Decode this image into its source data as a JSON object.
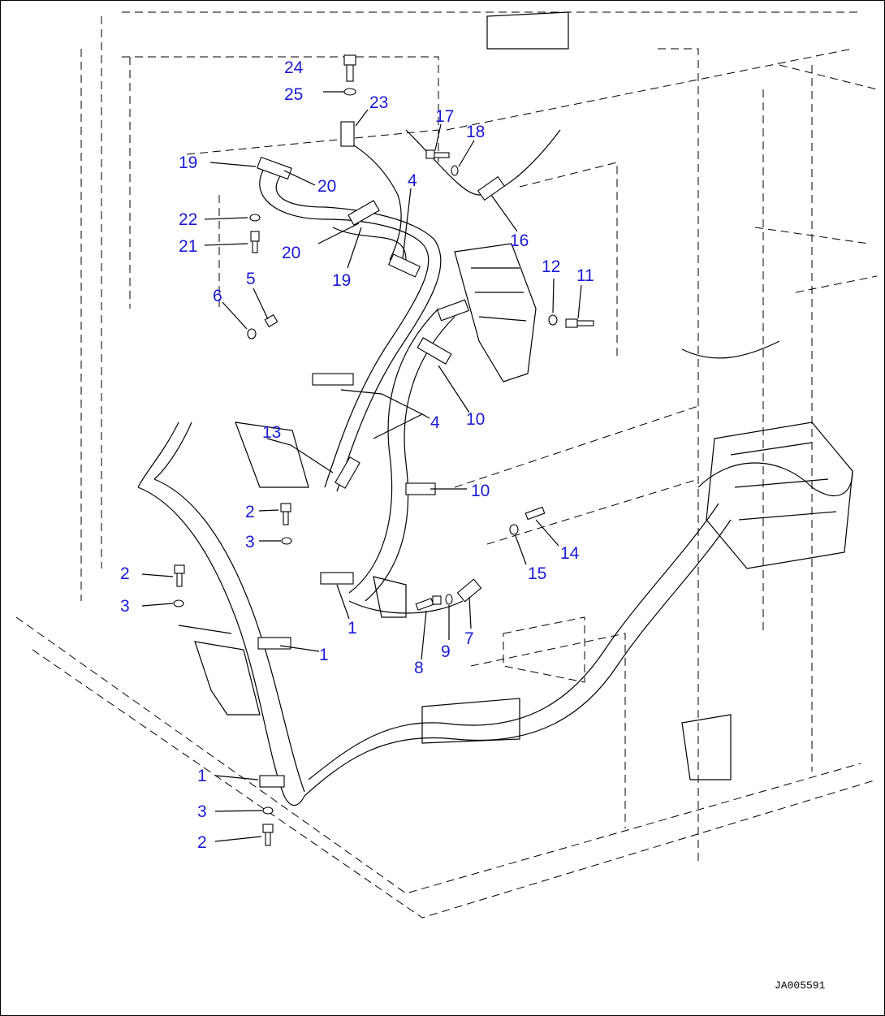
{
  "callouts": [
    {
      "id": "c24",
      "label": "24"
    },
    {
      "id": "c25",
      "label": "25"
    },
    {
      "id": "c23",
      "label": "23"
    },
    {
      "id": "c17",
      "label": "17"
    },
    {
      "id": "c18",
      "label": "18"
    },
    {
      "id": "c19a",
      "label": "19"
    },
    {
      "id": "c20a",
      "label": "20"
    },
    {
      "id": "c22",
      "label": "22"
    },
    {
      "id": "c21",
      "label": "21"
    },
    {
      "id": "c20b",
      "label": "20"
    },
    {
      "id": "c19b",
      "label": "19"
    },
    {
      "id": "c4a",
      "label": "4"
    },
    {
      "id": "c16",
      "label": "16"
    },
    {
      "id": "c12",
      "label": "12"
    },
    {
      "id": "c11",
      "label": "11"
    },
    {
      "id": "c5",
      "label": "5"
    },
    {
      "id": "c6",
      "label": "6"
    },
    {
      "id": "c4b",
      "label": "4"
    },
    {
      "id": "c10a",
      "label": "10"
    },
    {
      "id": "c13",
      "label": "13"
    },
    {
      "id": "c10b",
      "label": "10"
    },
    {
      "id": "c2a",
      "label": "2"
    },
    {
      "id": "c3a",
      "label": "3"
    },
    {
      "id": "c14",
      "label": "14"
    },
    {
      "id": "c15",
      "label": "15"
    },
    {
      "id": "c2b",
      "label": "2"
    },
    {
      "id": "c3b",
      "label": "3"
    },
    {
      "id": "c1a",
      "label": "1"
    },
    {
      "id": "c1b",
      "label": "1"
    },
    {
      "id": "c7",
      "label": "7"
    },
    {
      "id": "c9",
      "label": "9"
    },
    {
      "id": "c8",
      "label": "8"
    },
    {
      "id": "c1c",
      "label": "1"
    },
    {
      "id": "c3c",
      "label": "3"
    },
    {
      "id": "c2c",
      "label": "2"
    }
  ],
  "drawing_id": "JA005591",
  "colors": {
    "callout": "#1a1ad8",
    "line": "#000000",
    "background": "#ffffff"
  }
}
